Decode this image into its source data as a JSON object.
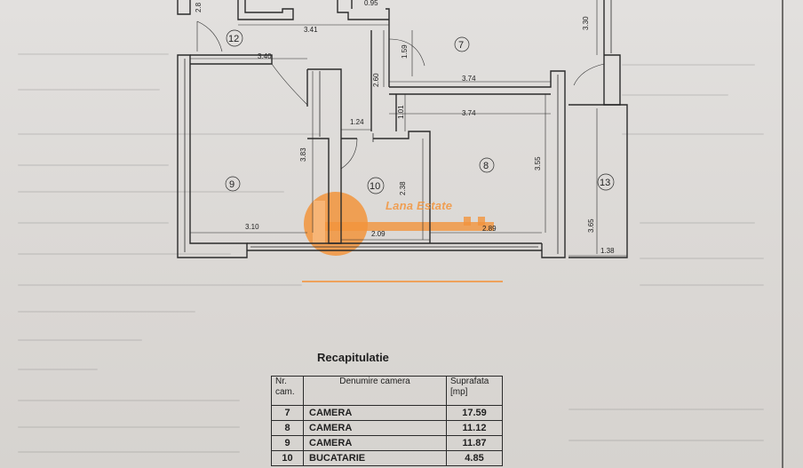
{
  "plan": {
    "dimensions": {
      "d_2_8": "2.8",
      "d_0_95": "0.95",
      "d_3_41": "3.41",
      "d_3_30": "3.30",
      "d_3_40": "3.40",
      "d_1_59": "1.59",
      "d_2_60": "2.60",
      "d_3_74_a": "3.74",
      "d_3_74_b": "3.74",
      "d_1_01": "1.01",
      "d_1_24": "1.24",
      "d_3_83": "3.83",
      "d_2_38": "2.38",
      "d_3_55": "3.55",
      "d_3_10": "3.10",
      "d_2_09": "2.09",
      "d_2_89": "2.89",
      "d_3_65": "3.65",
      "d_1_38": "1.38"
    },
    "rooms": {
      "r7": "7",
      "r8": "8",
      "r9": "9",
      "r10": "10",
      "r12": "12",
      "r13": "13"
    }
  },
  "watermark": {
    "text": "Lana Estate",
    "color": "#f2943c"
  },
  "recap": {
    "title": "Recapitulatie",
    "headers": {
      "nr": "Nr. cam.",
      "name": "Denumire camera",
      "area": "Suprafata [mp]"
    },
    "rows": [
      {
        "nr": "7",
        "name": "CAMERA",
        "area": "17.59"
      },
      {
        "nr": "8",
        "name": "CAMERA",
        "area": "11.12"
      },
      {
        "nr": "9",
        "name": "CAMERA",
        "area": "11.87"
      },
      {
        "nr": "10",
        "name": "BUCATARIE",
        "area": "4.85"
      }
    ]
  }
}
